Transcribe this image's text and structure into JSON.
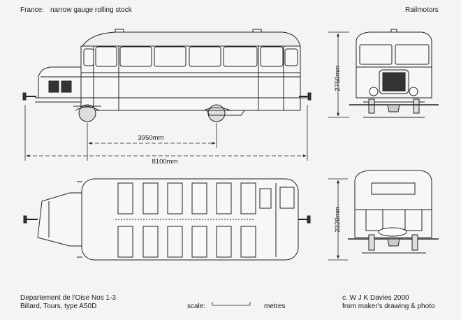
{
  "header": {
    "country": "France:",
    "category": "narrow gauge rolling stock",
    "type": "Railmotors"
  },
  "dimensions": {
    "wheelbase": "3950mm",
    "length": "8100mm",
    "height": "2750mm",
    "width": "2320mm"
  },
  "footer": {
    "line1": "Departement de l'Oise Nos 1-3",
    "line2": "Billard, Tours, type A50D",
    "scale_label": "scale:",
    "scale_unit": "metres",
    "credit1": "c. W J K Davies 2000",
    "credit2": "from maker's drawing & photo"
  }
}
